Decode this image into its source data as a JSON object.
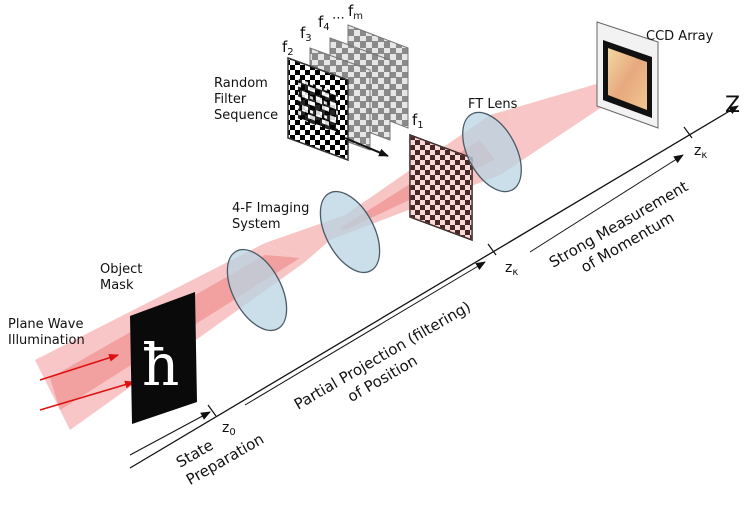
{
  "labels": {
    "plane_wave": [
      "Plane Wave",
      "Illumination"
    ],
    "object_mask": [
      "Object",
      "Mask"
    ],
    "mask_symbol": "ħ",
    "imaging_system": [
      "4-F Imaging",
      "System"
    ],
    "random_filter": [
      "Random",
      "Filter",
      "Sequence"
    ],
    "ft_lens": "FT Lens",
    "ccd_array": "CCD Array",
    "axis": "Z",
    "z0": "z",
    "z0_sub": "0",
    "zk": "z",
    "zk_sub": "κ",
    "zk2": "z",
    "zk2_sub": "κ",
    "state_prep": [
      "State",
      "Preparation"
    ],
    "partial_projection": [
      "Partial Projection (filtering)",
      "of Position"
    ],
    "strong_measurement": [
      "Strong Measurement",
      "of Momentum"
    ]
  },
  "filters": {
    "f1": "f",
    "f1_sub": "1",
    "f2": "f",
    "f2_sub": "2",
    "f3": "f",
    "f3_sub": "3",
    "f4": "f",
    "f4_sub": "4",
    "fm": "f",
    "fm_sub": "m",
    "dots": "⋯"
  },
  "colors": {
    "beam": "#f08080",
    "arrow": "#e01010",
    "lens_fill": "#b8d4e2",
    "lens_stroke": "#4a5a66",
    "ink": "#111111"
  }
}
